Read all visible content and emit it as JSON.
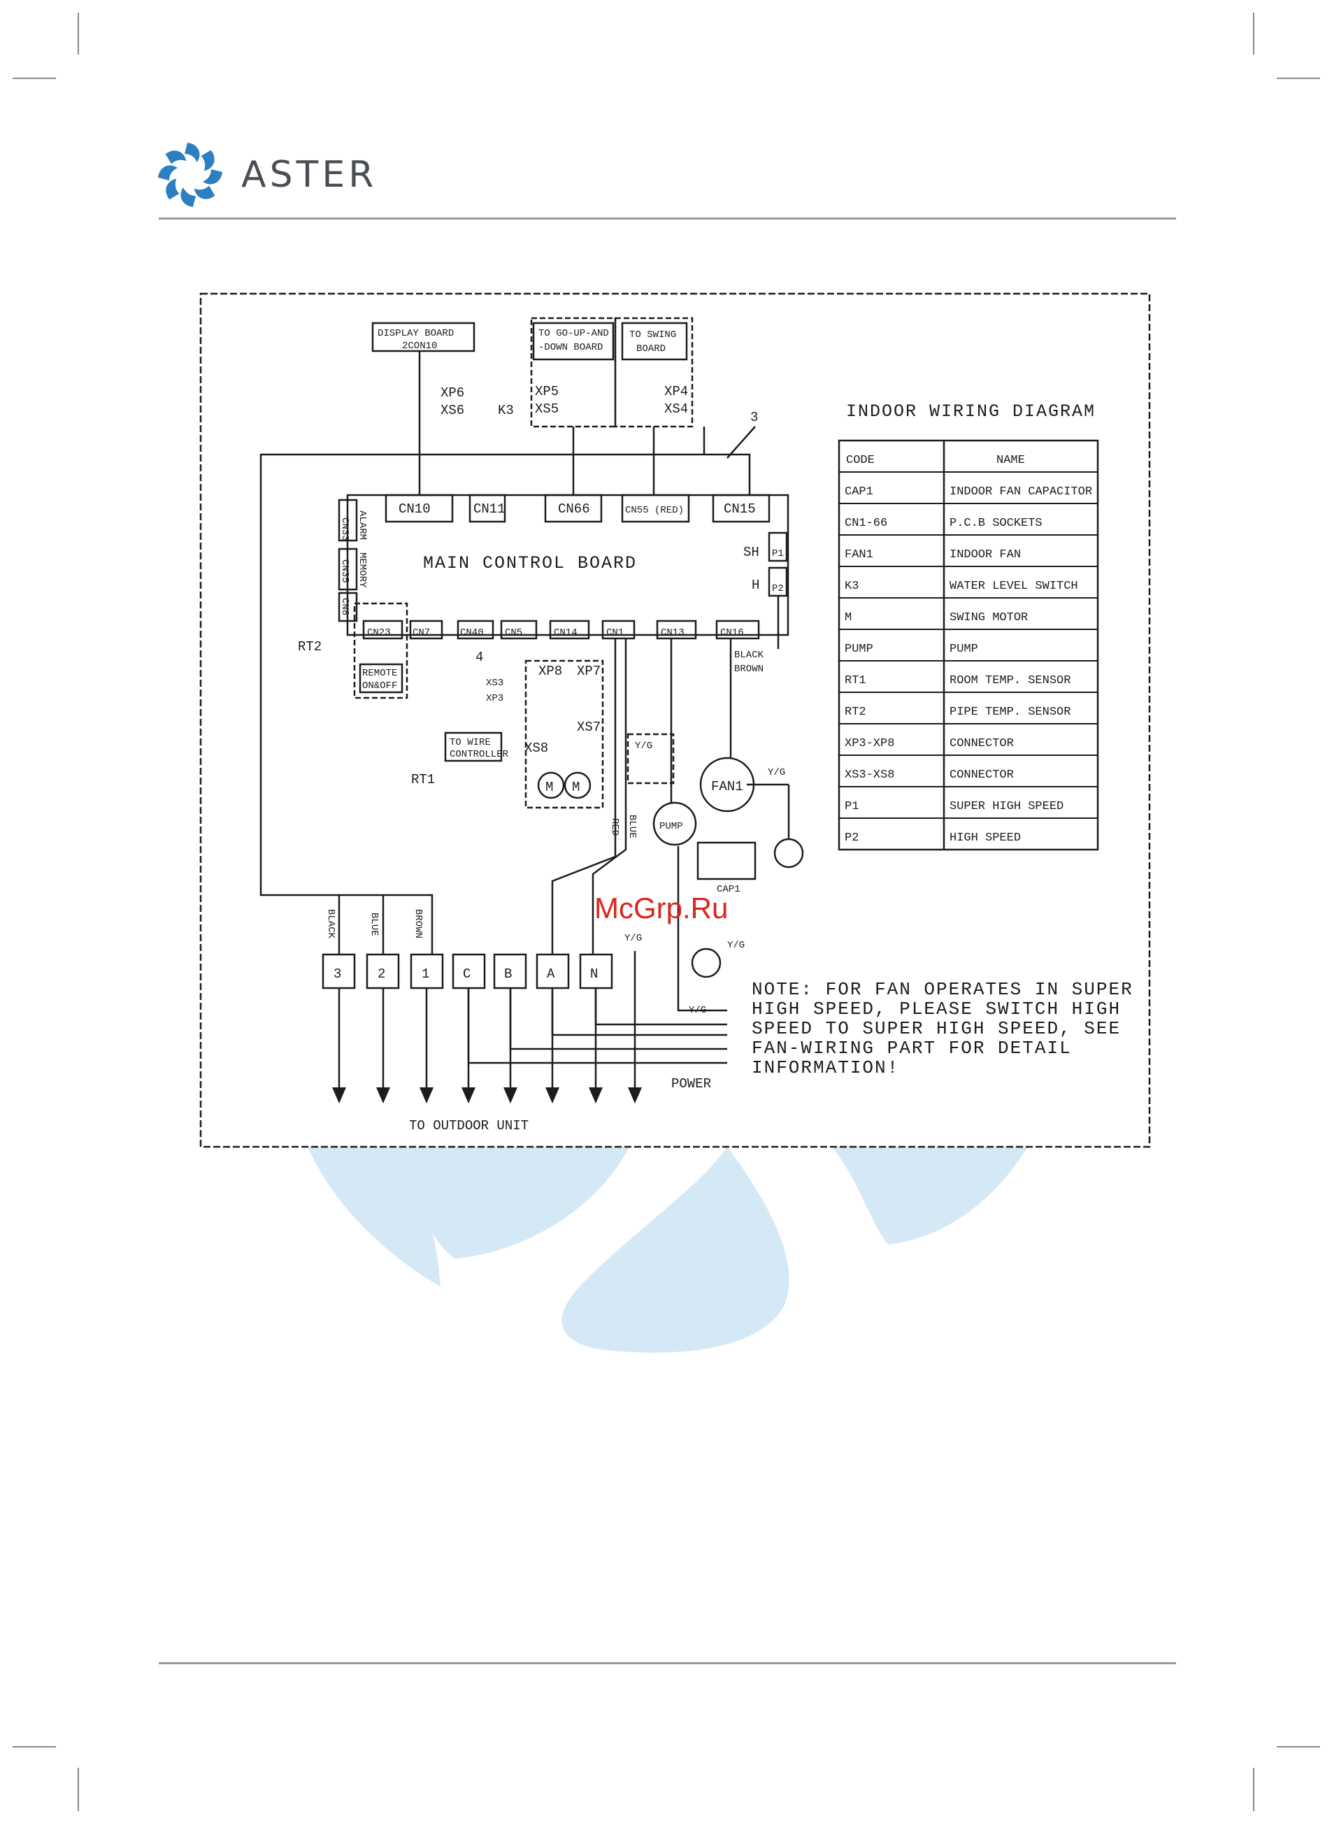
{
  "brand": {
    "name": "ASTER",
    "primary_color": "#2d7fc1",
    "watermark_color": "#d5e8f6"
  },
  "watermark_text": "McGrp.Ru",
  "diagram": {
    "title": "INDOOR WIRING DIAGRAM",
    "main_board": "MAIN CONTROL BOARD",
    "display_board": [
      "DISPLAY BOARD",
      "2CON10"
    ],
    "updown_board": [
      "TO GO-UP-AND",
      "-DOWN BOARD"
    ],
    "swing_board": [
      "TO SWING",
      "BOARD"
    ],
    "top_connectors": [
      "CN10",
      "CN11",
      "CN66",
      "CN55 (RED)",
      "CN15"
    ],
    "bottom_connectors": [
      "CN23",
      "CN7",
      "CN40",
      "CN5",
      "CN14",
      "CN1",
      "CN13",
      "CN16"
    ],
    "side_connectors": [
      "CN33",
      "CN35",
      "CN8"
    ],
    "side_labels": [
      "ALARM",
      "MEMORY"
    ],
    "pairs": {
      "xp6": "XP6",
      "xs6": "XS6",
      "k3": "K3",
      "xp5": "XP5",
      "xs5": "XS5",
      "xp4": "XP4",
      "xs4": "XS4",
      "xs3": "XS3",
      "xp3": "XP3",
      "xp8": "XP8",
      "xp7": "XP7",
      "xs8": "XS8",
      "xs7": "XS7"
    },
    "misc": {
      "n3": "3",
      "n4": "4",
      "sh": "SH",
      "h": "H",
      "p1": "P1",
      "p2": "P2",
      "rt1": "RT1",
      "rt2": "RT2",
      "remote": [
        "REMOTE",
        "ON&OFF"
      ],
      "wire_ctrl": [
        "TO WIRE",
        "CONTROLLER"
      ],
      "m": "M",
      "pump": "PUMP",
      "fan": "FAN1",
      "cap": "CAP1",
      "yg": "Y/G"
    },
    "wires": {
      "black": "BLACK",
      "brown": "BROWN",
      "blue": "BLUE",
      "red": "RED"
    },
    "terminals": [
      "3",
      "2",
      "1",
      "C",
      "B",
      "A",
      "N"
    ],
    "power": "POWER",
    "outdoor": "TO OUTDOOR UNIT",
    "note": [
      "NOTE: FOR FAN OPERATES IN SUPER",
      "HIGH SPEED, PLEASE SWITCH HIGH",
      "SPEED TO SUPER HIGH SPEED, SEE",
      "FAN-WIRING PART FOR DETAIL",
      "INFORMATION!"
    ],
    "legend": {
      "headers": [
        "CODE",
        "NAME"
      ],
      "rows": [
        [
          "CAP1",
          "INDOOR FAN CAPACITOR"
        ],
        [
          "CN1-66",
          "P.C.B SOCKETS"
        ],
        [
          "FAN1",
          "INDOOR FAN"
        ],
        [
          "K3",
          "WATER LEVEL SWITCH"
        ],
        [
          "M",
          "SWING MOTOR"
        ],
        [
          "PUMP",
          "PUMP"
        ],
        [
          "RT1",
          "ROOM TEMP. SENSOR"
        ],
        [
          "RT2",
          "PIPE TEMP. SENSOR"
        ],
        [
          "XP3-XP8",
          "CONNECTOR"
        ],
        [
          "XS3-XS8",
          "CONNECTOR"
        ],
        [
          "P1",
          "SUPER HIGH SPEED"
        ],
        [
          "P2",
          "HIGH SPEED"
        ]
      ]
    }
  }
}
